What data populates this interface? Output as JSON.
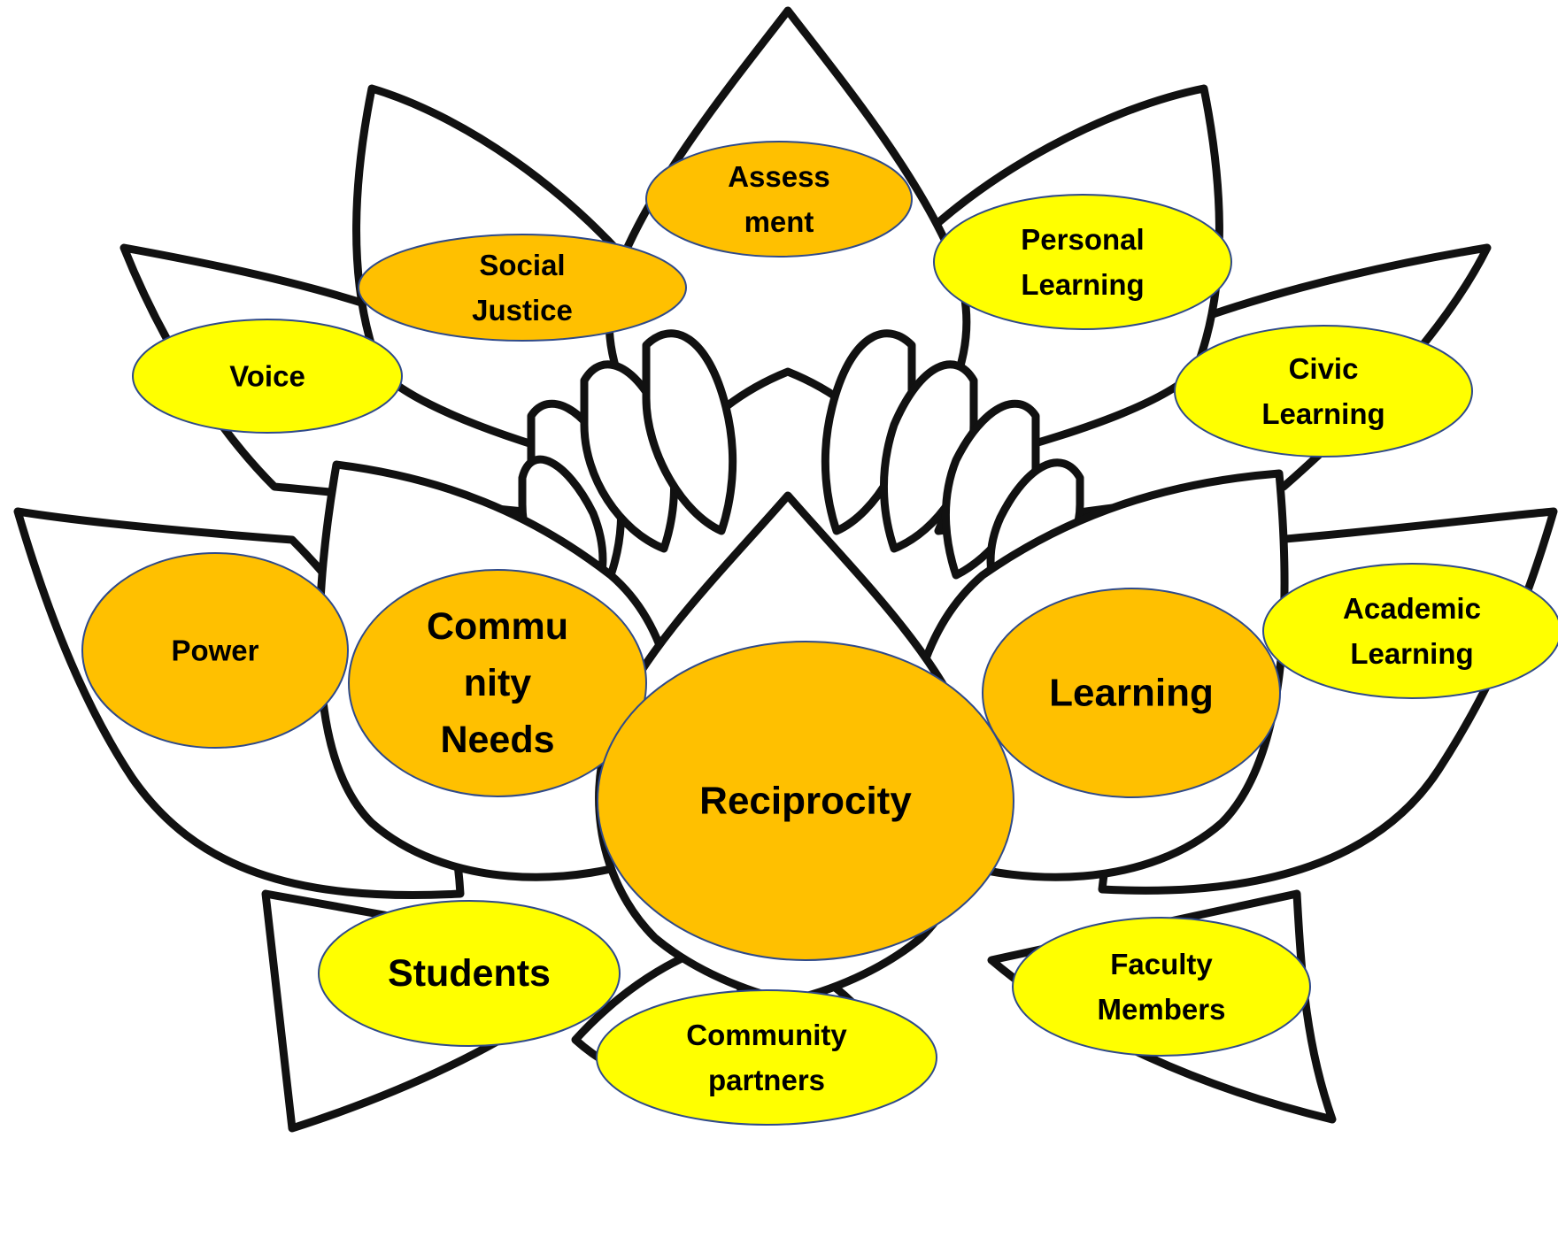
{
  "diagram": {
    "colors": {
      "core": "#ffc000",
      "outer": "#ffff00",
      "outline": "#111111",
      "bubble_border": "#2f4a8a"
    },
    "center": {
      "lines": [
        "Reciprocity"
      ]
    },
    "core_concepts": [
      {
        "key": "assessment",
        "lines": [
          "Assess",
          "ment"
        ]
      },
      {
        "key": "social-justice",
        "lines": [
          "Social",
          "Justice"
        ]
      },
      {
        "key": "power",
        "lines": [
          "Power"
        ]
      },
      {
        "key": "community-needs",
        "lines": [
          "Commu",
          "nity",
          "Needs"
        ]
      },
      {
        "key": "learning",
        "lines": [
          "Learning"
        ]
      }
    ],
    "outer_concepts": [
      {
        "key": "voice",
        "lines": [
          "Voice"
        ]
      },
      {
        "key": "personal-learning",
        "lines": [
          "Personal",
          "Learning"
        ]
      },
      {
        "key": "civic-learning",
        "lines": [
          "Civic",
          "Learning"
        ]
      },
      {
        "key": "academic-learning",
        "lines": [
          "Academic",
          "Learning"
        ]
      },
      {
        "key": "students",
        "lines": [
          "Students"
        ]
      },
      {
        "key": "community-partners",
        "lines": [
          "Community",
          "partners"
        ]
      },
      {
        "key": "faculty-members",
        "lines": [
          "Faculty",
          "Members"
        ]
      }
    ]
  }
}
